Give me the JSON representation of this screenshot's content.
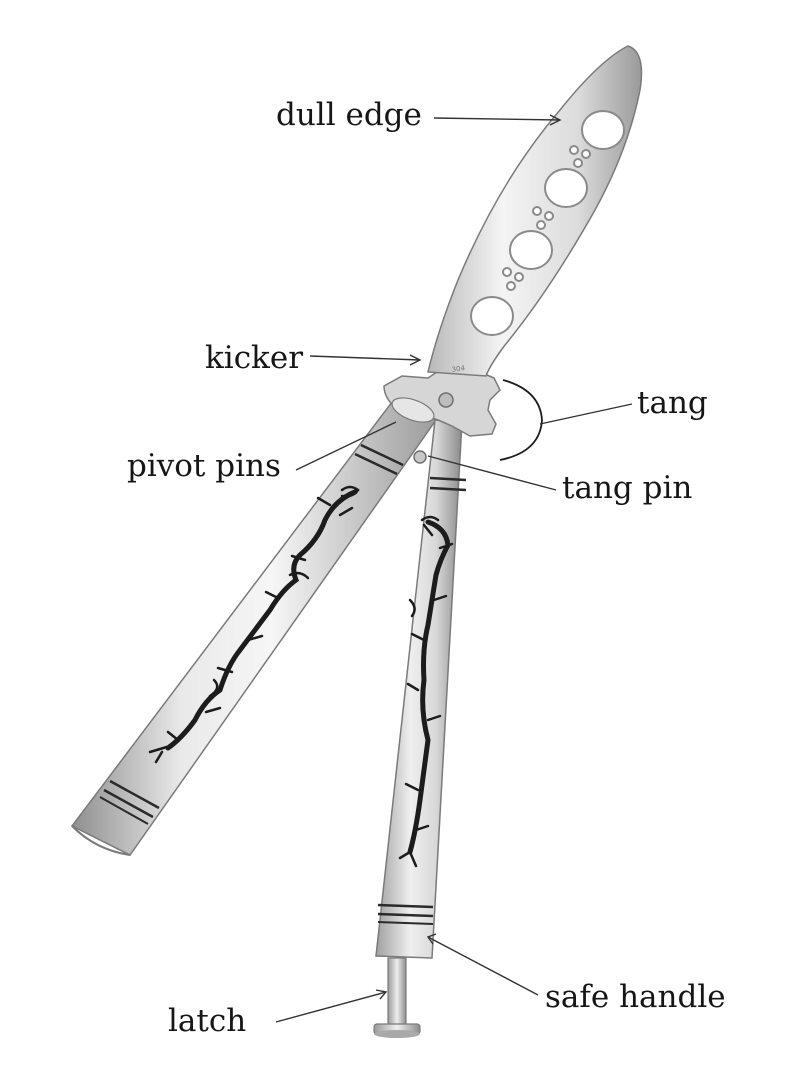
{
  "labels": {
    "dull_edge": "dull edge",
    "kicker": "kicker",
    "tang": "tang",
    "pivot_pins": "pivot pins",
    "tang_pin": "tang pin",
    "safe_handle": "safe handle",
    "latch": "latch"
  },
  "colors": {
    "steel_light": "#f2f2f2",
    "steel_mid": "#c9c9c9",
    "steel_dark": "#8e8e8e",
    "engraving": "#1c1c1c",
    "leader_line": "#333333"
  }
}
